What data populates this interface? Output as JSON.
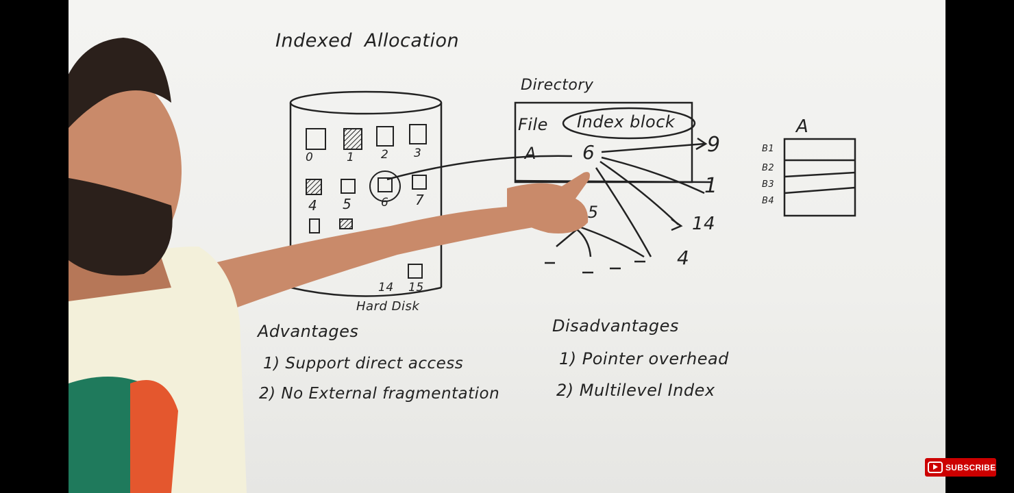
{
  "board": {
    "title_left": "Indexed",
    "title_right": "Allocation",
    "disk": {
      "label": "Hard Disk",
      "blocks": [
        "0",
        "1",
        "2",
        "3",
        "4",
        "5",
        "6",
        "7",
        "14",
        "15"
      ]
    },
    "directory": {
      "label": "Directory",
      "col_file": "File",
      "col_index": "Index block",
      "row_file": "A",
      "row_index": "6"
    },
    "index_targets": [
      "9",
      "1",
      "14",
      "4"
    ],
    "second_index": "15",
    "file_table": {
      "title": "A",
      "rows": [
        "B1",
        "B2",
        "B3",
        "B4"
      ]
    },
    "advantages": {
      "heading": "Advantages",
      "items": [
        "1) Support direct access",
        "2) No External fragmentation"
      ]
    },
    "disadvantages": {
      "heading": "Disadvantages",
      "items": [
        "1) Pointer overhead",
        "2) Multilevel Index"
      ]
    }
  },
  "subscribe": {
    "label": "SUBSCRIBE"
  },
  "colors": {
    "whiteboard": "#f1f1ee",
    "marker": "#222222",
    "subscribe": "#cc0000",
    "skin": "#c98a6a",
    "shirt": "#f3f0da"
  }
}
